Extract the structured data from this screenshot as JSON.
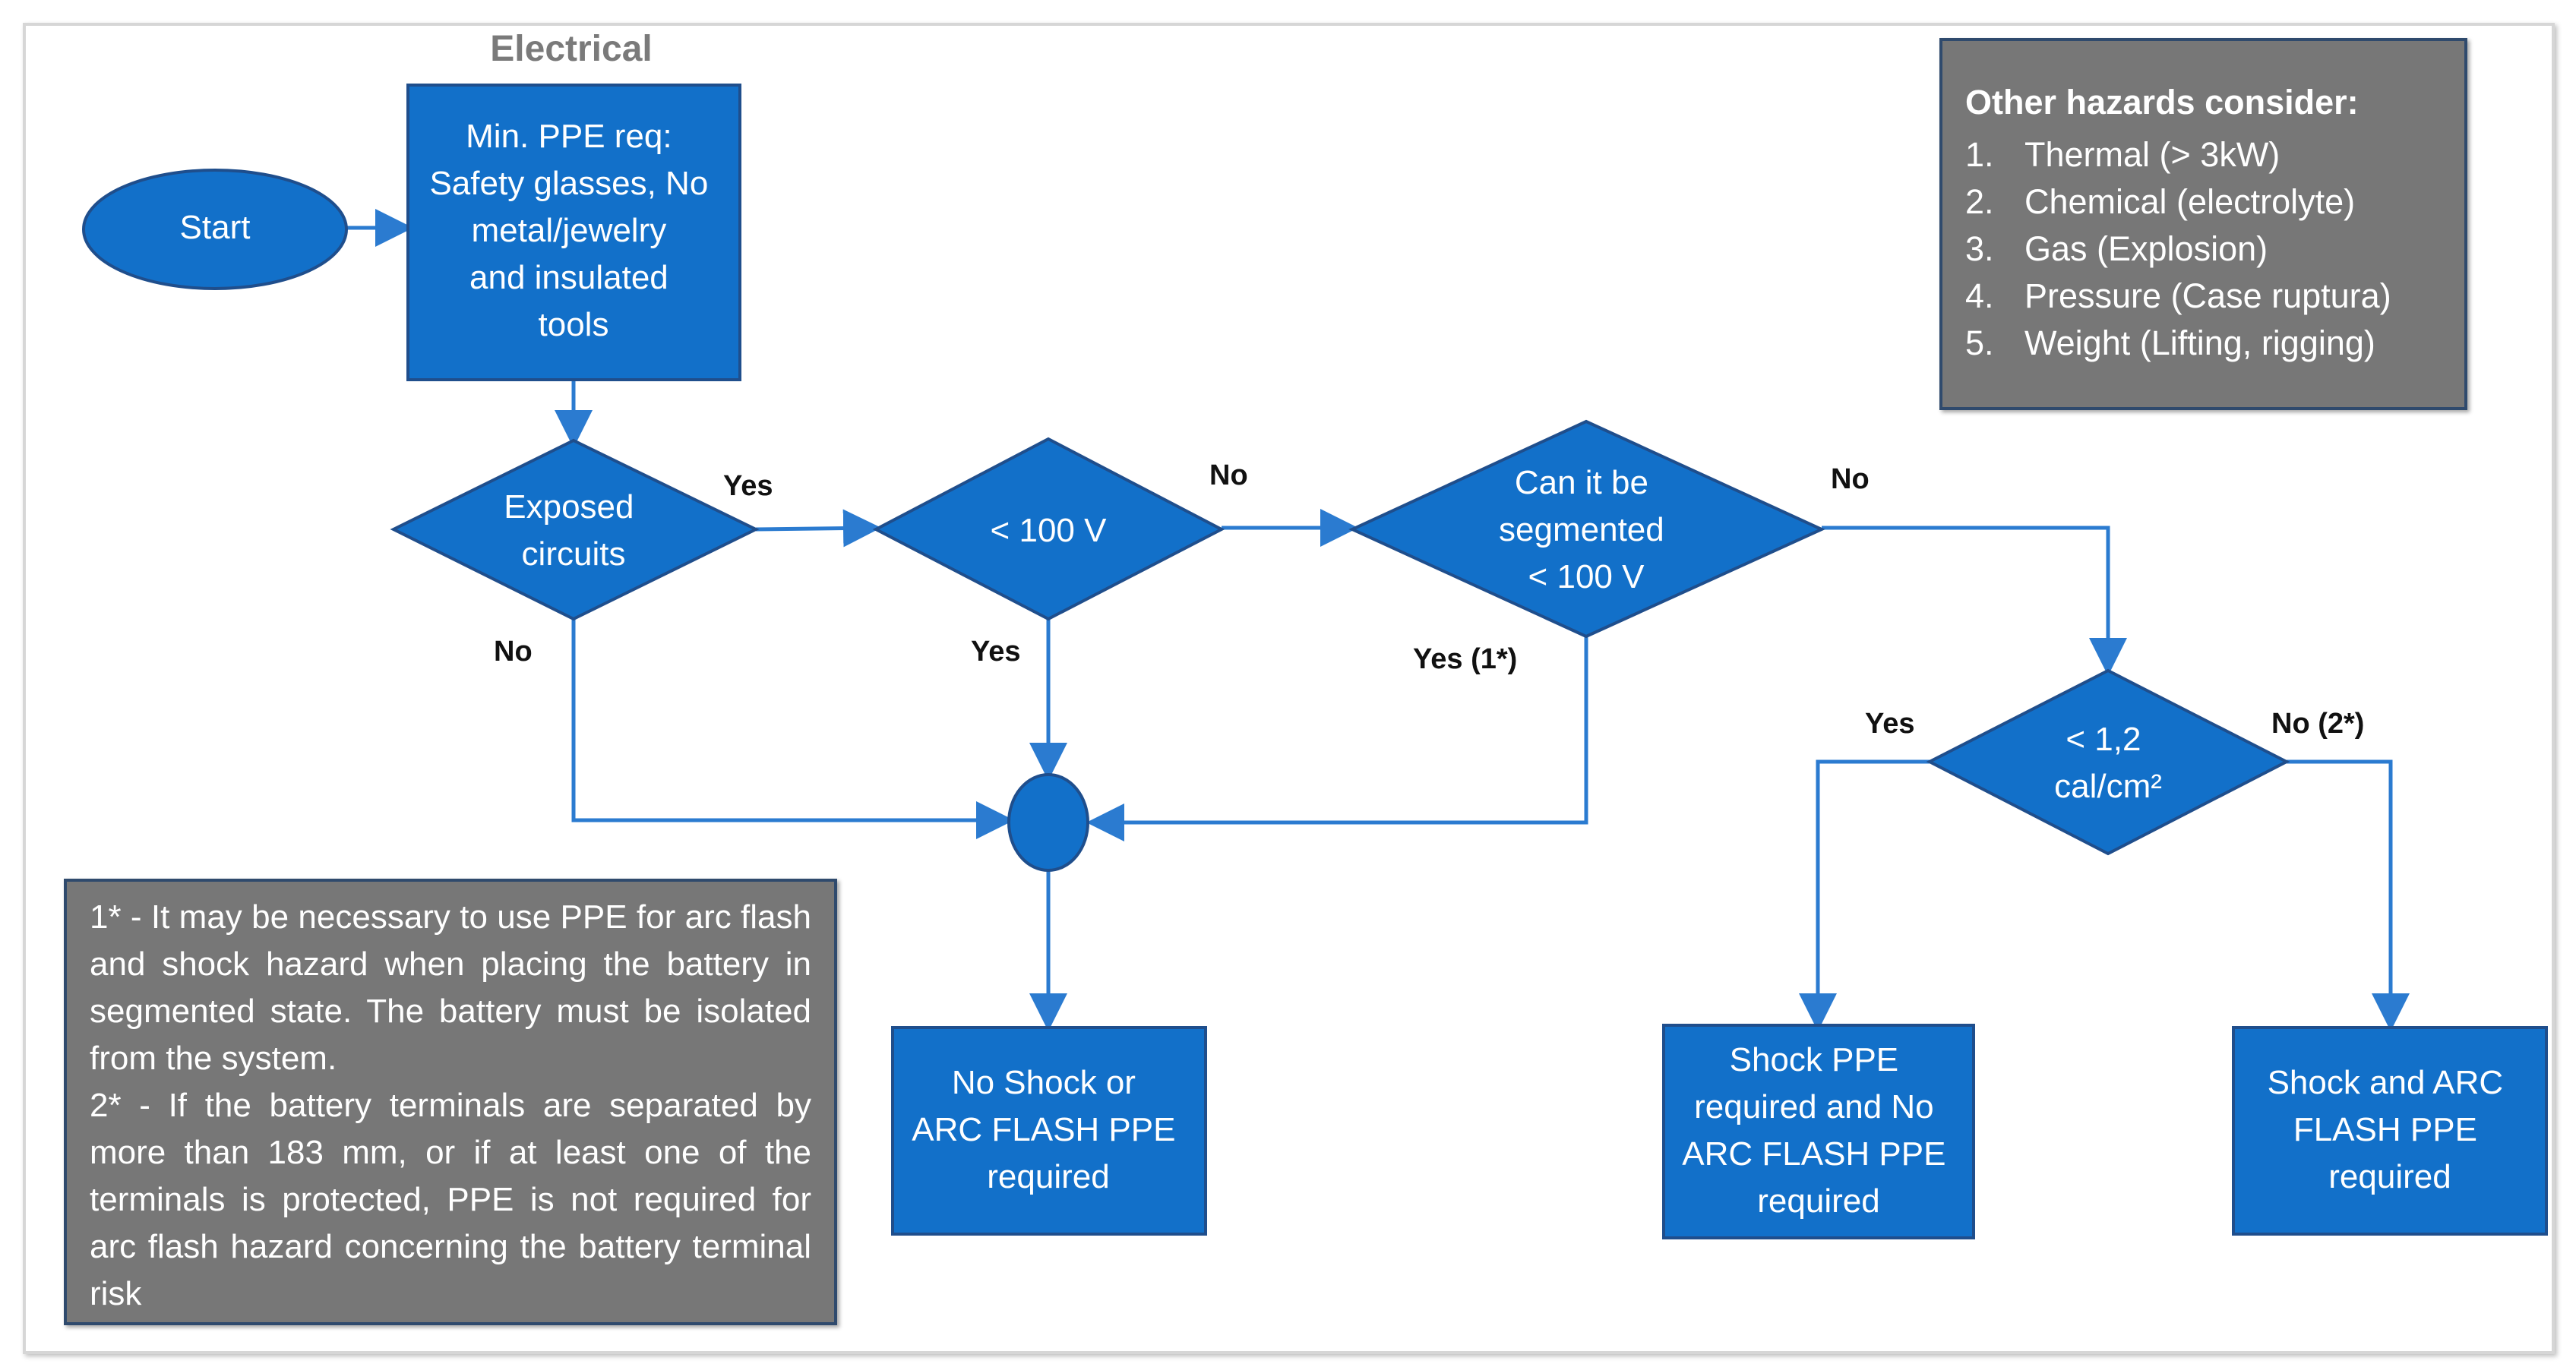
{
  "title": "Electrical",
  "nodes": {
    "start": "Start",
    "min_ppe": [
      "Min. PPE req:",
      "Safety glasses, No",
      "metal/jewelry",
      "and insulated",
      "tools"
    ],
    "exposed": [
      "Exposed",
      "circuits"
    ],
    "lt100": [
      "< 100 V"
    ],
    "segmented": [
      "Can it be",
      "segmented",
      "< 100 V"
    ],
    "cal": [
      "< 1,2",
      "cal/cm²"
    ],
    "no_shock": [
      "No Shock or",
      "ARC FLASH PPE",
      "required"
    ],
    "shock_only": [
      "Shock PPE",
      "required and No",
      "ARC FLASH PPE",
      "required"
    ],
    "shock_arc": [
      "Shock and ARC",
      "FLASH PPE",
      "required"
    ]
  },
  "edges": {
    "exposed_yes": "Yes",
    "exposed_no": "No",
    "lt100_no": "No",
    "lt100_yes": "Yes",
    "segmented_no": "No",
    "segmented_yes": "Yes (1*)",
    "cal_yes": "Yes",
    "cal_no": "No (2*)"
  },
  "hazards": {
    "heading": "Other hazards consider:",
    "items": [
      {
        "num": "1.",
        "text": "Thermal (> 3kW)"
      },
      {
        "num": "2.",
        "text": "Chemical (electrolyte)"
      },
      {
        "num": "3.",
        "text": "Gas (Explosion)"
      },
      {
        "num": "4.",
        "text": "Pressure (Case ruptura)"
      },
      {
        "num": "5.",
        "text": "Weight (Lifting, rigging)"
      }
    ]
  },
  "footnotes": {
    "note1": "1* - It may be necessary to use PPE for arc flash and shock hazard when placing the battery in segmented state. The battery must be isolated from the system.",
    "note2": "2* - If the battery terminals are separated by more than 183 mm, or if at least one of the terminals is protected, PPE is not required for arc flash hazard concerning the battery terminal risk"
  },
  "colors": {
    "node_fill": "#1270c9",
    "node_stroke": "#1f4e8c",
    "connector": "#2b7bd0",
    "note_fill": "#777777"
  }
}
